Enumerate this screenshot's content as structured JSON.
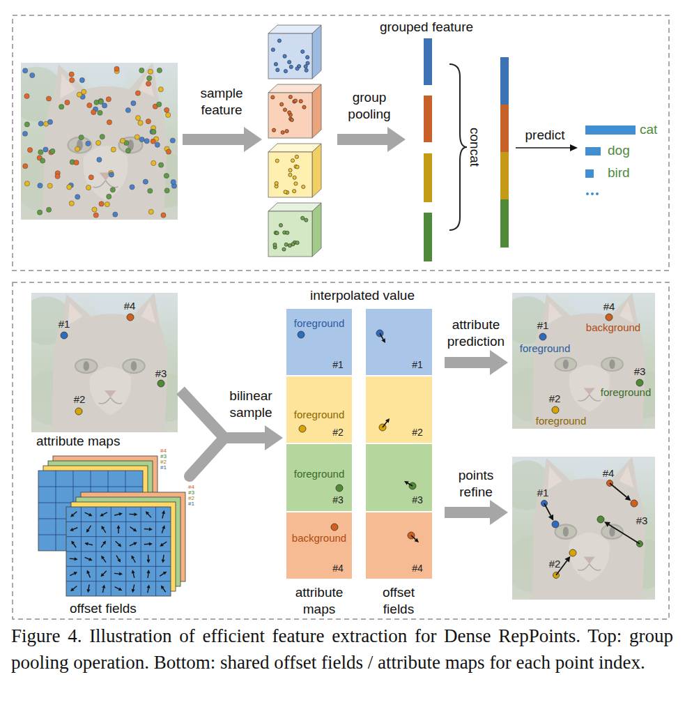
{
  "diagram": {
    "caption": "Figure 4. Illustration of efficient feature extraction for Dense RepPoints. Top: group pooling operation. Bottom: shared offset fields / attribute maps for each point index.",
    "nodes": [
      {
        "text": [
          "#4",
          "#1",
          "#3",
          "#2"
        ]
      },
      {
        "text": [
          "interpolated value"
        ]
      },
      {
        "text": [
          "foreground",
          "#1"
        ],
        "in": 1
      },
      {
        "text": [
          "#1"
        ],
        "in": 1
      },
      {
        "text": [
          "foreground",
          "#2"
        ],
        "in": 1
      },
      {
        "text": [
          "#2"
        ],
        "in": 1
      },
      {
        "text": [
          "foreground",
          "#3"
        ],
        "in": 1
      },
      {
        "text": [
          "#3"
        ],
        "in": 1
      },
      {
        "text": [
          "background",
          "#4"
        ],
        "in": 1
      },
      {
        "text": [
          "#4"
        ],
        "in": 1
      },
      {
        "text": [
          "#4",
          "background",
          "#1",
          "foreground",
          "#3",
          "foreground",
          "#2",
          "foreground"
        ]
      },
      {
        "text": [
          "#4",
          "#1",
          "#3",
          "#2"
        ]
      }
    ],
    "edges": [
      {
        "from": 0,
        "to": 1,
        "label": "bilinear sample",
        "arrow": "to"
      },
      {
        "from": 1,
        "to": 10,
        "label": "attribute prediction",
        "arrow": "to"
      },
      {
        "from": 1,
        "to": 11,
        "label": "points refine",
        "arrow": "to"
      }
    ],
    "labels": [
      "sample feature",
      "group pooling",
      "grouped feature",
      "concat",
      "predict",
      "cat",
      "dog",
      "bird",
      "#4",
      "#3",
      "#2",
      "#1",
      "attribute maps",
      "#4",
      "#3",
      "#2",
      "#1",
      "offset fields",
      "attribute maps",
      "offset fields"
    ]
  }
}
